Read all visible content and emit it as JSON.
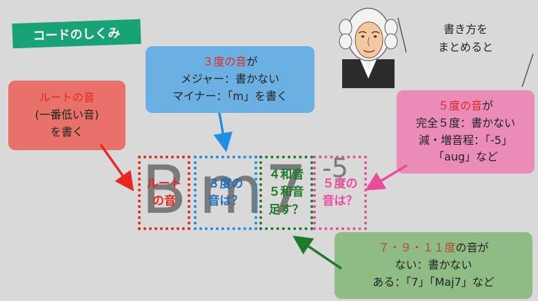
{
  "title": "コードのしくみ",
  "speech": [
    "書き方を",
    "まとめると"
  ],
  "chord": {
    "root": "B",
    "third": "m",
    "slash": "7",
    "fifth": "-5"
  },
  "boxes": {
    "third": {
      "head": "３度の音",
      "head_suffix": "が",
      "line1": "メジャー：書かない",
      "line2": "マイナー：「m」を書く"
    },
    "root": {
      "head": "ルートの音",
      "line1": "(一番低い音)",
      "line2": "を書く"
    },
    "fifth": {
      "head": "５度の音",
      "head_suffix": "が",
      "line1": "完全５度：書かない",
      "line2": "減・増音程：「-5」",
      "line3": "「aug」など"
    },
    "tension": {
      "head": "７・９・１１度",
      "head_suffix": "の音が",
      "line1": "ない：書かない",
      "line2": "ある：「7」「Maj7」など"
    }
  },
  "dotted": {
    "root": [
      "ルート",
      "の音"
    ],
    "third": [
      "３度の",
      "音は？"
    ],
    "tension": [
      "４和音",
      "５和音",
      "足す？"
    ],
    "fifth": [
      "５度の",
      "音は？"
    ]
  },
  "colors": {
    "red": "#e8261f",
    "blue": "#1e8fe8",
    "green": "#1d7a25",
    "pink": "#ea4b9a"
  }
}
